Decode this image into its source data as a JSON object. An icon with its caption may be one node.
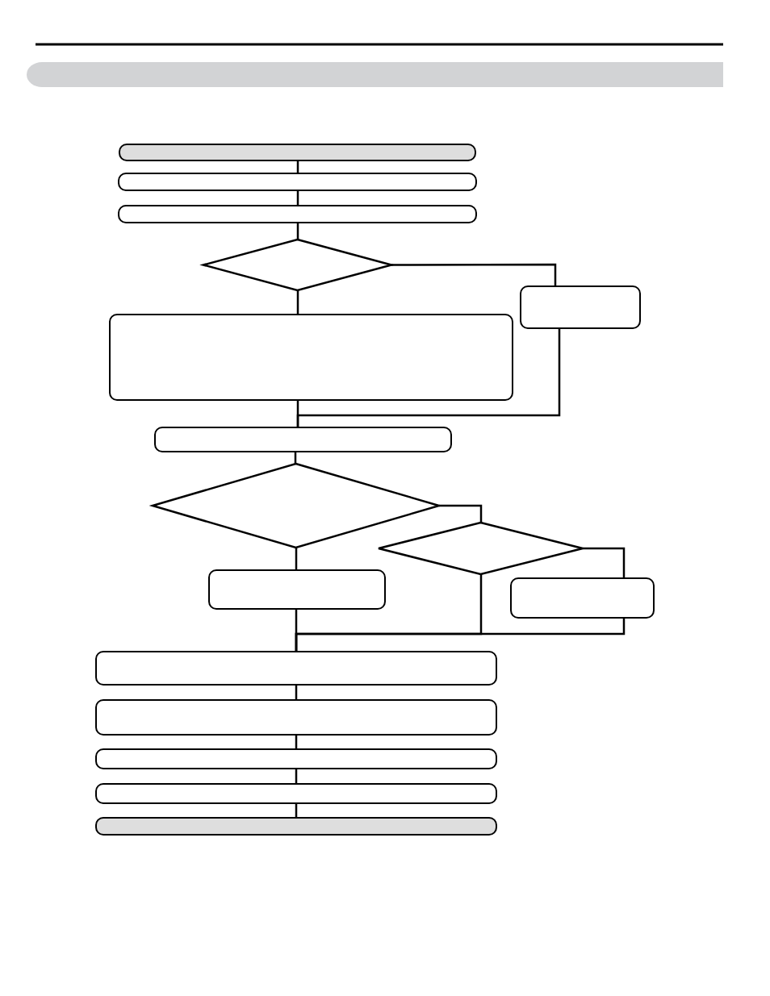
{
  "diagram": {
    "nodes": [
      {
        "text": [],
        "shape": "box"
      },
      {
        "text": [],
        "shape": "box"
      },
      {
        "text": [],
        "shape": "box"
      },
      {
        "text": [],
        "shape": "diamond"
      },
      {
        "text": [],
        "shape": "box"
      },
      {
        "text": [],
        "shape": "box"
      },
      {
        "text": [],
        "shape": "box"
      },
      {
        "text": [],
        "shape": "diamond"
      },
      {
        "text": [],
        "shape": "diamond"
      },
      {
        "text": [],
        "shape": "box"
      },
      {
        "text": [],
        "shape": "box"
      },
      {
        "text": [],
        "shape": "box"
      },
      {
        "text": [],
        "shape": "box"
      },
      {
        "text": [],
        "shape": "box"
      },
      {
        "text": [],
        "shape": "box"
      },
      {
        "text": [],
        "shape": "box"
      }
    ],
    "edges": [
      {
        "from": 0,
        "to": 1,
        "arrow": "none"
      },
      {
        "from": 1,
        "to": 2,
        "arrow": "none"
      },
      {
        "from": 2,
        "to": 3,
        "arrow": "none"
      },
      {
        "from": 3,
        "to": 5,
        "arrow": "none"
      },
      {
        "from": 3,
        "to": 4,
        "arrow": "none"
      },
      {
        "from": 4,
        "to": 6,
        "arrow": "none"
      },
      {
        "from": 5,
        "to": 6,
        "arrow": "none"
      },
      {
        "from": 6,
        "to": 7,
        "arrow": "none"
      },
      {
        "from": 7,
        "to": 9,
        "arrow": "none"
      },
      {
        "from": 7,
        "to": 8,
        "arrow": "none"
      },
      {
        "from": 8,
        "to": 10,
        "arrow": "none"
      },
      {
        "from": 8,
        "to": 11,
        "arrow": "none"
      },
      {
        "from": 9,
        "to": 11,
        "arrow": "none"
      },
      {
        "from": 10,
        "to": 11,
        "arrow": "none"
      },
      {
        "from": 11,
        "to": 12,
        "arrow": "none"
      },
      {
        "from": 12,
        "to": 13,
        "arrow": "none"
      },
      {
        "from": 13,
        "to": 14,
        "arrow": "none"
      },
      {
        "from": 14,
        "to": 15,
        "arrow": "none"
      }
    ]
  }
}
